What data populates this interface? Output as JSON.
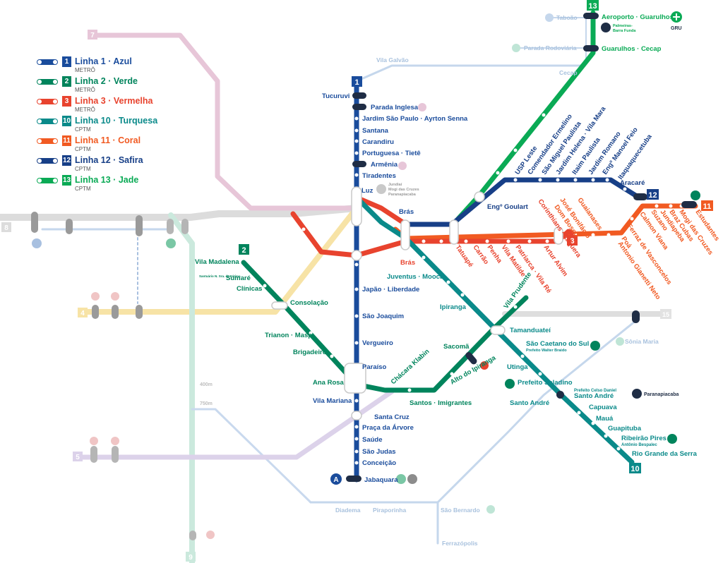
{
  "colors": {
    "l1": "#1a4c9c",
    "l2": "#00845c",
    "l3": "#e8432e",
    "l10": "#0a8a8a",
    "l11": "#f15a22",
    "l12": "#173f87",
    "l13": "#0aaa55",
    "faded_gray": "#d9d9d9",
    "faded_blue": "#b9cfe8",
    "faded_pink": "#e4c3d6",
    "faded_yellow": "#f7e3a3",
    "faded_green": "#bfe5d6",
    "faded_purple": "#d7cde6",
    "faded_text": "#a9c2de"
  },
  "legend": [
    {
      "num": "1",
      "name": "Linha 1 · Azul",
      "type": "METRÔ",
      "color": "#1a4c9c"
    },
    {
      "num": "2",
      "name": "Linha 2 · Verde",
      "type": "METRÔ",
      "color": "#00845c"
    },
    {
      "num": "3",
      "name": "Linha 3 · Vermelha",
      "type": "METRÔ",
      "color": "#e8432e"
    },
    {
      "num": "10",
      "name": "Linha 10 · Turquesa",
      "type": "CPTM",
      "color": "#0a8a8a"
    },
    {
      "num": "11",
      "name": "Linha 11 · Coral",
      "type": "CPTM",
      "color": "#f15a22"
    },
    {
      "num": "12",
      "name": "Linha 12 · Safira",
      "type": "CPTM",
      "color": "#173f87"
    },
    {
      "num": "13",
      "name": "Linha 13 · Jade",
      "type": "CPTM",
      "color": "#0aaa55"
    }
  ],
  "badges": {
    "l1": "1",
    "l2": "2",
    "l3": "3",
    "l10": "10",
    "l11": "11",
    "l12": "12",
    "l13": "13",
    "l4": "4",
    "l7": "7",
    "l15": "15",
    "l5": "5",
    "l9": "9",
    "l8": "8",
    "a": "A"
  },
  "stations": {
    "tucuruvi": "Tucuruvi",
    "parada_inglesa": "Parada Inglesa",
    "jardim_sao_paulo": "Jardim São Paulo · Ayrton Senna",
    "santana": "Santana",
    "carandiru": "Carandiru",
    "portuguesa": "Portuguesa · Tietê",
    "armenia": "Armênia",
    "tiradentes": "Tiradentes",
    "luz": "Luz",
    "bras_upper": "Brás",
    "bras_lower": "Brás",
    "japao": "Japão · Liberdade",
    "sao_joaquim": "São Joaquim",
    "vergueiro": "Vergueiro",
    "paraiso": "Paraíso",
    "ana_rosa": "Ana Rosa",
    "vila_mariana": "Vila Mariana",
    "santa_cruz": "Santa Cruz",
    "praca_arvore": "Praça da Árvore",
    "saude": "Saúde",
    "sao_judas": "São Judas",
    "conceicao": "Conceição",
    "jabaquara": "Jabaquara",
    "vila_madalena": "Vila Madalena",
    "sumare": "Sumaré",
    "sumare_note": "Santuário N. Sra. de Fátima",
    "clinicas": "Clínicas",
    "consolacao": "Consolação",
    "trianon": "Trianon · Masp",
    "brigadeiro": "Brigadeiro",
    "chacara_klabin": "Chácara Klabin",
    "santos_imigrantes": "Santos · Imigrantes",
    "alto_ipiranga": "Alto do Ipiranga",
    "sacoma": "Sacomã",
    "tatuape": "Tatuapé",
    "carrao": "Carrão",
    "penha": "Penha",
    "vila_matilde": "Vila Matilde",
    "patriarca": "Patriarca · Vila Ré",
    "artur_alvim": "Artur Alvim",
    "corinthians": "Corinthians · Itaquera",
    "juventus": "Juventus · Mooca",
    "ipiranga": "Ipiranga",
    "tamanduatei": "Tamanduateí",
    "vila_prudente": "Vila Prudente",
    "sao_caetano": "São Caetano do Sul",
    "sao_caetano_sub": "Prefeito Walter Braido",
    "utinga": "Utinga",
    "prefeito_saladino": "Prefeito Saladino",
    "santo_andre": "Santo André",
    "santo_andre_pref": "Prefeito Celso Daniel",
    "santo_andre2": "Santo André",
    "capuava": "Capuava",
    "maua": "Mauá",
    "guapituba": "Guapituba",
    "ribeirao_pires": "Ribeirão Pires",
    "ribeirao_sub": "Antônio Bespalec",
    "rio_grande": "Rio Grande da Serra",
    "eng_goulart": "Engº Goulart",
    "usp_leste": "USP Leste",
    "comendador": "Comendador Ermelino",
    "sao_miguel": "São Miguel Paulista",
    "jardim_helena": "Jardim Helena · Vila Mara",
    "itaim": "Itaim Paulista",
    "jardim_romano": "Jardim Romano",
    "eng_manoel": "Engº Manoel Feio",
    "itaquaquecetuba": "Itaquaquecetuba",
    "aracare": "Aracaré",
    "jose_bonifacio": "José Bonifácio",
    "dom_bosco": "Dom Bosco",
    "guaianases": "Guaianases",
    "poa": "Poá",
    "ferraz": "Ferraz de Vasconcelos",
    "antonio_gianetti": "Antonio Gianetti Neto",
    "calmon_viana": "Calmon Viana",
    "suzano": "Suzano",
    "jundiapeba": "Jundiapeba",
    "braz_cubas": "Braz Cubas",
    "mogi": "Mogi das Cruzes",
    "estudantes": "Estudantes",
    "aeroporto": "Aeroporto · Guarulhos",
    "gru": "GRU",
    "palmeiras": "Palmeiras-",
    "barra_funda": "Barra Funda",
    "guarulhos_cecap": "Guarulhos · Cecap",
    "taboao": "Taboão",
    "parada_rodoviaria": "Parada Rodoviária",
    "cecap": "Cecap",
    "vila_galvao": "Vila Galvão",
    "sonia_maria": "Sônia Maria",
    "diadema": "Diadema",
    "piraporinha": "Piraporinha",
    "sao_bernardo": "São Bernardo",
    "ferrazopolis": "Ferrazópolis",
    "paranapiacaba": "Paranapiacaba",
    "dist_400": "400m",
    "dist_750": "750m",
    "luz_jundiai": "Jundiaí",
    "luz_mogi": "Mogi das Cruzes",
    "luz_parana": "Paranapiacaba"
  }
}
